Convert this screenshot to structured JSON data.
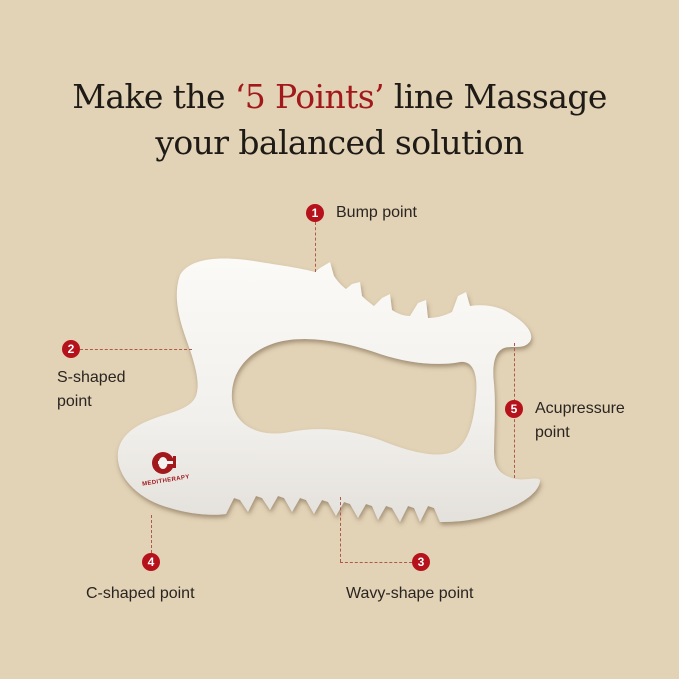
{
  "headline": {
    "line1_prefix": "Make the ",
    "line1_accent": "‘5 Points’",
    "line1_suffix": " line Massage",
    "line2": "your balanced solution"
  },
  "colors": {
    "background": "#e2d2b6",
    "accent_red": "#a2191c",
    "badge_red": "#b5121b",
    "text_dark": "#1e1a16",
    "product_white": "#f4f2ee"
  },
  "product": {
    "brand": "MEDITHERAPY",
    "logo_icon": "meditherapy-logo-icon"
  },
  "points": [
    {
      "number": "1",
      "label": "Bump point"
    },
    {
      "number": "2",
      "label_line1": "S-shaped",
      "label_line2": "point"
    },
    {
      "number": "3",
      "label": "Wavy-shape point"
    },
    {
      "number": "4",
      "label": "C-shaped point"
    },
    {
      "number": "5",
      "label_line1": "Acupressure",
      "label_line2": "point"
    }
  ]
}
